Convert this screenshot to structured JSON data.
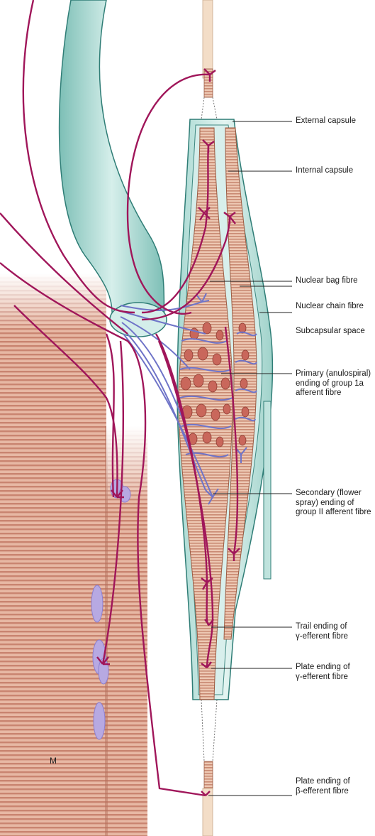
{
  "labels": {
    "external_capsule": "External capsule",
    "internal_capsule": "Internal capsule",
    "nuclear_bag_fibre": "Nuclear bag fibre",
    "nuclear_chain_fibre": "Nuclear chain fibre",
    "subcapsular_space": "Subcapsular space",
    "primary_ending": [
      "Primary (anulospiral)",
      "ending of group 1a",
      "afferent fibre"
    ],
    "secondary_ending": [
      "Secondary (flower",
      "spray) ending of",
      "group II afferent fibre"
    ],
    "trail_ending": [
      "Trail ending of",
      "γ-efferent fibre"
    ],
    "plate_ending_gamma": [
      "Plate ending of",
      "γ-efferent fibre"
    ],
    "plate_ending_beta": [
      "Plate ending of",
      "β-efferent fibre"
    ],
    "muscle": "M"
  },
  "colors": {
    "nerve": "#a0165a",
    "capsule": "#8fc9c1",
    "capsule_dark": "#2f7d76",
    "muscle": "#d9a088",
    "afferent": "#6f74c8",
    "nucleus": "#c9675b"
  }
}
